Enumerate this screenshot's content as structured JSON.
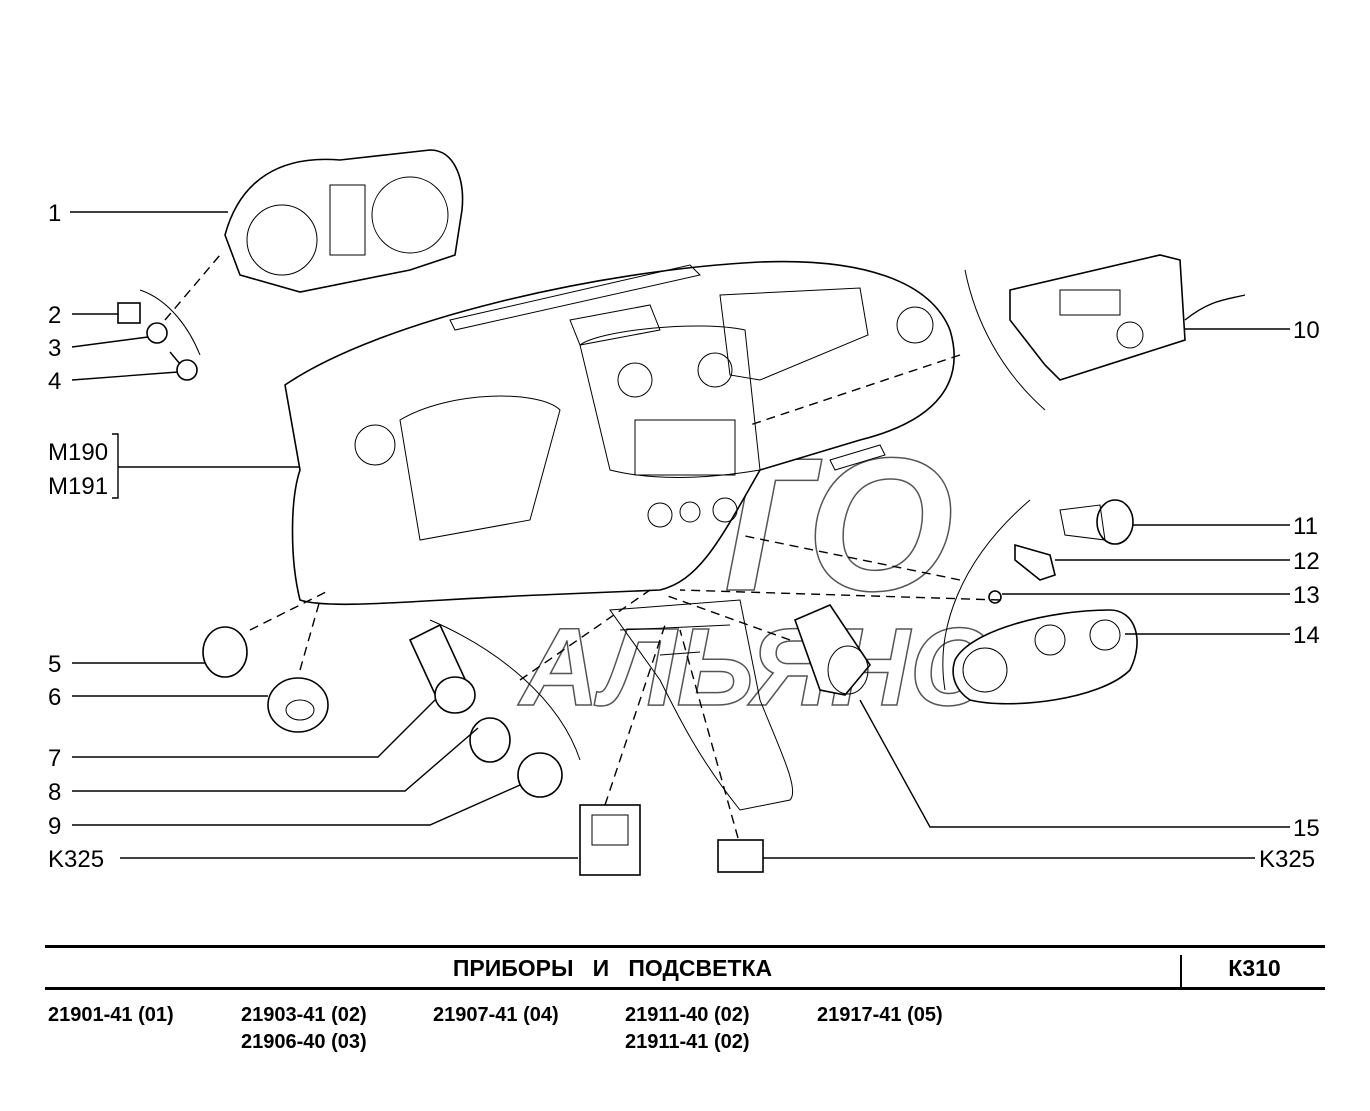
{
  "callouts_left": [
    "1",
    "2",
    "3",
    "4",
    "M190",
    "M191",
    "5",
    "6",
    "7",
    "8",
    "9",
    "K325"
  ],
  "callouts_right": [
    "10",
    "11",
    "12",
    "13",
    "14",
    "15",
    "K325"
  ],
  "watermark": [
    "АВТО",
    "АЛЬЯНС"
  ],
  "footer": {
    "title": "ПРИБОРЫ   И   ПОДСВЕТКА",
    "code": "К310",
    "models": [
      "21901-41 (01)",
      "21903-41 (02)",
      "21906-40 (03)",
      "21907-41 (04)",
      "21911-40 (02)",
      "21911-41 (02)",
      "21917-41 (05)"
    ]
  }
}
